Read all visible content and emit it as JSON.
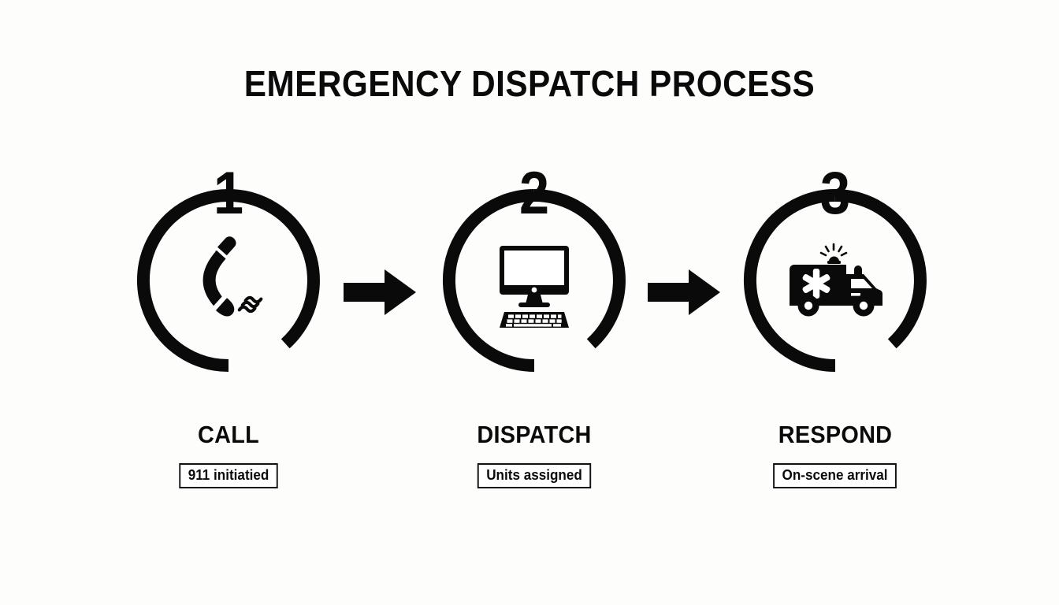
{
  "title": "EMERGENCY DISPATCH PROCESS",
  "background_color": "#fdfdfc",
  "ink_color": "#0a0a0a",
  "steps": [
    {
      "number": "1",
      "label": "CALL",
      "badge": "911 initiatied",
      "icon": "telephone-handset-icon"
    },
    {
      "number": "2",
      "label": "DISPATCH",
      "badge": "Units assigned",
      "icon": "desktop-computer-icon"
    },
    {
      "number": "3",
      "label": "RESPOND",
      "badge": "On-scene arrival",
      "icon": "ambulance-icon"
    }
  ],
  "connectors": [
    {
      "name": "arrow-right-icon",
      "from": "1",
      "to": "2"
    },
    {
      "name": "arrow-right-icon",
      "from": "2",
      "to": "3"
    }
  ]
}
